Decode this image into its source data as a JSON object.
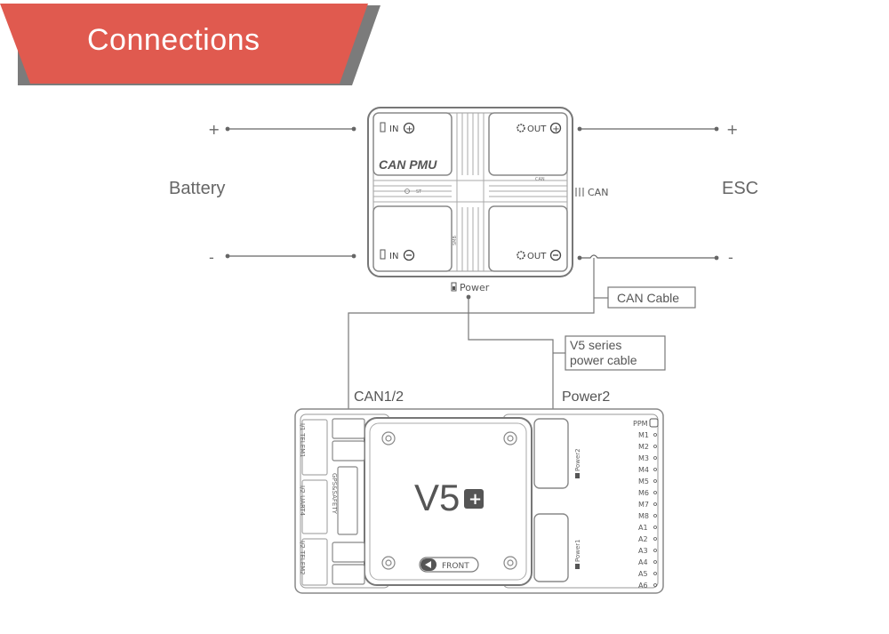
{
  "header": {
    "title": "Connections",
    "color": "#e05a4f",
    "shadow": "#7a7a7a"
  },
  "diagram": {
    "battery_label": "Battery",
    "esc_label": "ESC",
    "plus": "+",
    "minus": "-",
    "pmu": {
      "name": "CAN PMU",
      "in": "IN",
      "out": "OUT",
      "st": "ST",
      "can_small": "CAN",
      "smb": "SMB",
      "power": "Power",
      "can": "CAN"
    },
    "callouts": {
      "can_cable": "CAN Cable",
      "v5_cable_line1": "V5 series",
      "v5_cable_line2": "power cable"
    },
    "v5": {
      "name": "V5",
      "can_port": "CAN1/2",
      "power2_port": "Power2",
      "front": "FRONT",
      "telem1": "I/1 TELEM1",
      "uart4": "I/2 UART4",
      "gps": "GPS&SAFETY",
      "telem2": "I/2 TELEM2",
      "power2_small": "Power2",
      "power1_small": "Power1",
      "ppm": "PPM",
      "pins": [
        "M1",
        "M2",
        "M3",
        "M4",
        "M5",
        "M6",
        "M7",
        "M8",
        "A1",
        "A2",
        "A3",
        "A4",
        "A5",
        "A6"
      ]
    }
  }
}
